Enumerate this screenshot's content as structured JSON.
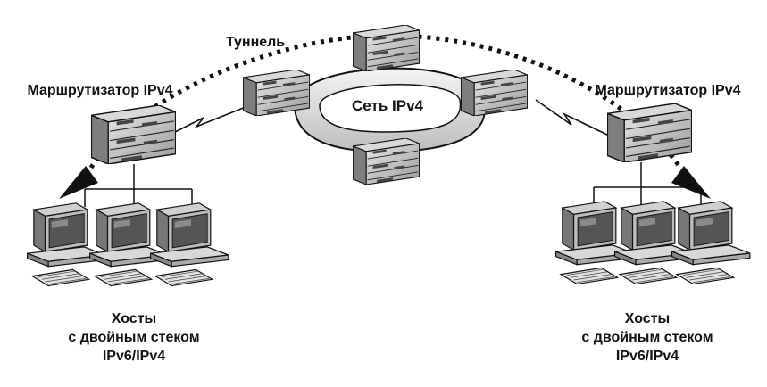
{
  "labels": {
    "tunnel": "Туннель",
    "network": "Сеть IPv4",
    "router_left": "Маршрутизатор IPv4",
    "router_right": "Маршрутизатор IPv4",
    "hosts_left": [
      "Хосты",
      "с двойным стеком",
      "IPv6/IPv4"
    ],
    "hosts_right": [
      "Хосты",
      "с двойным стеком",
      "IPv6/IPv4"
    ]
  },
  "colors": {
    "ink": "#111111",
    "device_face": "#c8c8c8",
    "device_side": "#8a8a8a",
    "ring_fill": "#dcdcdc",
    "screen": "#5a5a5a"
  },
  "icons": {
    "router": "rack-router-icon",
    "workstation": "desktop-computer-icon"
  }
}
